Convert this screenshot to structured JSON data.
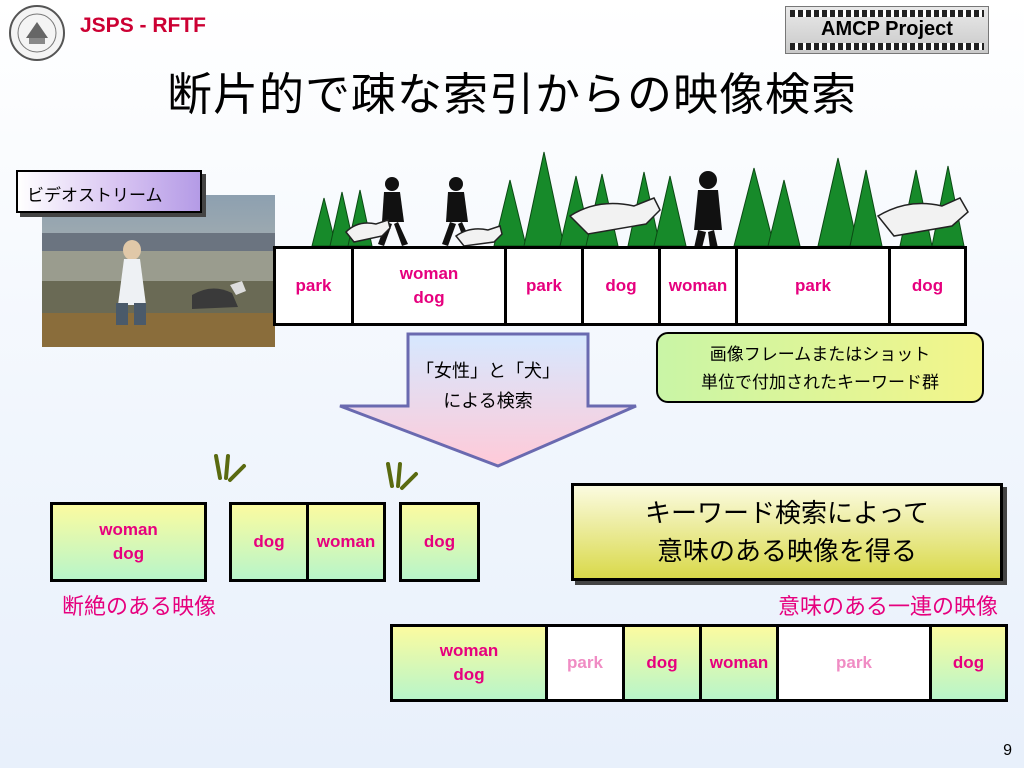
{
  "header": {
    "org": "JSPS - RFTF",
    "project": "AMCP Project"
  },
  "title": "断片的で疎な索引からの映像検索",
  "stream_label": "ビデオストリーム",
  "top_strip": [
    "park",
    "woman\ndog",
    "park",
    "dog",
    "woman",
    "park",
    "dog"
  ],
  "callout_keywords": {
    "line1": "画像フレームまたはショット",
    "line2": "単位で付加されたキーワード群"
  },
  "query": {
    "line1": "「女性」と「犬」",
    "line2": "による検索"
  },
  "result_note": {
    "line1": "キーワード検索によって",
    "line2": "意味のある映像を得る"
  },
  "fragmented": {
    "caption": "断絶のある映像",
    "group1": [
      "woman\ndog"
    ],
    "group2": [
      "dog",
      "woman"
    ],
    "group3": [
      "dog"
    ]
  },
  "sequence": {
    "caption": "意味のある一連の映像",
    "cells": [
      "woman\ndog",
      "park",
      "dog",
      "woman",
      "park",
      "dog"
    ]
  },
  "page_number": "9",
  "colors": {
    "keyword": "#e6007e",
    "brand": "#cc0033",
    "highlight_start": "#fbfba0",
    "highlight_end": "#b8f5c9"
  }
}
